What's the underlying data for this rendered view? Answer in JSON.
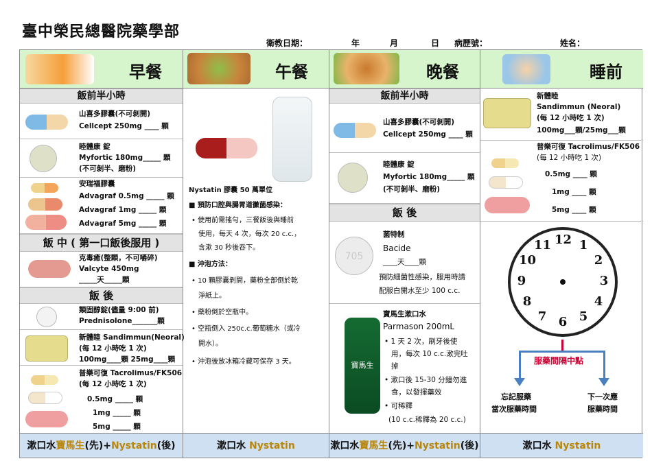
{
  "header": {
    "title": "臺中榮民總醫院藥學部",
    "date_label": "衛教日期：",
    "year": "年",
    "month": "月",
    "day": "日",
    "chart_no_label": "病歷號：",
    "name_label": "姓名："
  },
  "breakfast": {
    "label": "早餐",
    "before_meal": "飯前半小時",
    "cellcept_name": "山喜多膠囊(不可剝開)",
    "cellcept_dose": "Cellcept 250mg ____ 顆",
    "myfortic_name": "睦體康 錠",
    "myfortic_dose": "Myfortic 180mg_____ 顆",
    "myfortic_note": "(不可剝半、磨粉)",
    "advagraf_name": "安瑞福膠囊",
    "advagraf_1": "Advagraf 0.5mg _____ 顆",
    "advagraf_2": "Advagraf 1mg _____ 顆",
    "advagraf_3": "Advagraf 5mg _____ 顆",
    "during_meal": "飯 中 ( 第一口飯後服用 )",
    "valcyte_name": "克毒癒(整顆，不可嚼碎)",
    "valcyte_dose": "Valcyte 450mg",
    "valcyte_qty": "_____天_____顆",
    "after_meal": "飯 後",
    "pred_name": "類固醇錠(儘量 9:00 前)",
    "pred_dose": "Prednisolone_______顆",
    "sand_name": "新體睦 Sandimmun(Neoral)",
    "sand_freq": "(每 12 小時吃 1 次)",
    "sand_dose": "100mg____顆 25mg____顆",
    "prograf_name": "普樂可復 Tacrolimus/FK506",
    "prograf_freq": "(每 12 小時吃 1 次)",
    "prograf_1": "0.5mg _____ 顆",
    "prograf_2": "1mg _____ 顆",
    "prograf_3": "5mg _____ 顆",
    "footer_a": "漱口水",
    "footer_b": "寶馬生",
    "footer_c": "(先)+",
    "footer_d": "Nystatin",
    "footer_e": "(後)"
  },
  "lunch": {
    "label": "午餐",
    "nystatin_title": "Nystatin 膠囊 50 萬單位",
    "sec1": "■ 預防口腔與腸胃道黴菌感染：",
    "b1_l1": "• 使用前需搖勻，三餐飯後與睡前",
    "b1_l2": "使用，每天 4 次，每次 20 c.c.，",
    "b1_l3": "含漱 30 秒後吞下。",
    "sec2": "■ 沖泡方法：",
    "b2_l1": "• 10 顆膠囊剝開，藥粉全部倒於乾",
    "b2_l2": "淨紙上。",
    "b3": "• 藥粉倒於空瓶中。",
    "b4_l1": "• 空瓶倒入 250c.c.葡萄糖水（或冷",
    "b4_l2": "開水）。",
    "b5": "• 沖泡後放冰箱冷藏可保存 3 天。",
    "footer_a": "漱口水 ",
    "footer_d": "Nystatin"
  },
  "dinner": {
    "label": "晚餐",
    "before_meal": "飯前半小時",
    "cellcept_name": "山喜多膠囊(不可剝開)",
    "cellcept_dose": "Cellcept 250mg ____ 顆",
    "myfortic_name": "睦體康 錠",
    "myfortic_dose": "Myfortic 180mg_____ 顆",
    "myfortic_note": "(不可剝半、磨粉)",
    "after_meal": "飯 後",
    "bacide_name": "菌特制",
    "bacide_en": "Bacide",
    "bacide_qty": "____天____顆",
    "bacide_note1": "預防細菌性感染，服用時請",
    "bacide_note2": "配服白開水至少 100 c.c.",
    "bacide_pill": "705",
    "parmason_name": "寶馬生漱口水",
    "parmason_en": "Parmason 200mL",
    "p1_l1": "• 1 天 2 次，刷牙後使",
    "p1_l2": "用，每次 10 c.c.漱完吐",
    "p1_l3": "掉",
    "p2_l1": "• 漱口後 15-30 分鐘勿進",
    "p2_l2": "食，以發揮藥效",
    "p3": "• 可稀釋",
    "p3_note": "(10 c.c.稀釋為 20 c.c.)",
    "bottle_label": "寶馬生",
    "footer_a": "漱口水",
    "footer_b": "寶馬生",
    "footer_c": "(先)+",
    "footer_d": "Nystatin",
    "footer_e": "(後)"
  },
  "bedtime": {
    "label": "睡前",
    "sand_name": "新體睦",
    "sand_en": "Sandimmun (Neoral)",
    "sand_freq": "(每 12 小時吃 1 次)",
    "sand_dose": "100mg___顆/25mg___顆",
    "prograf_name": "普樂可復 Tacrolimus/FK506",
    "prograf_freq": "(每 12 小時吃 1 次)",
    "prograf_1": "0.5mg ____ 顆",
    "prograf_2": "1mg ____ 顆",
    "prograf_3": "5mg ____ 顆",
    "interval_label": "服藥間隔中點",
    "forgot_l1": "忘記服藥",
    "forgot_l2": "當次服藥時間",
    "next_l1": "下一次應",
    "next_l2": "服藥時間",
    "footer_a": "漱口水 ",
    "footer_d": "Nystatin"
  },
  "clock_numbers": [
    "12",
    "1",
    "2",
    "3",
    "4",
    "5",
    "6",
    "7",
    "8",
    "9",
    "10",
    "11"
  ],
  "colors": {
    "head_bg": "#d6f5cc",
    "foot_bg": "#cfe0f2",
    "band_bg": "#e3e3e3",
    "gold": "#b8860b",
    "red": "#cc0033",
    "arrow_blue": "#4a7fc1"
  }
}
